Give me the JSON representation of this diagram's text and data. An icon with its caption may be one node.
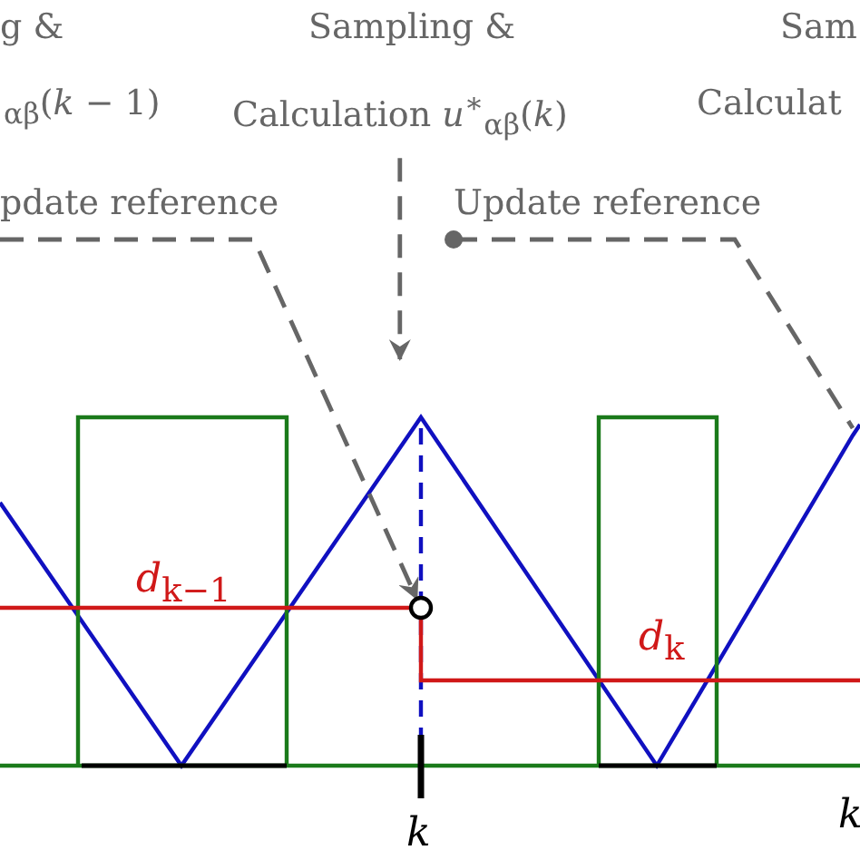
{
  "diagram": {
    "nodes": [
      {
        "text": [
          "g &",
          "$_{αβ}$(*k* − 1)"
        ]
      },
      {
        "text": [
          "Sampling &",
          "Calculation *u*$^{∗}$$_{αβ}$(*k*)"
        ]
      },
      {
        "text": [
          "Sam",
          "Calculat"
        ]
      },
      {
        "text": [
          "pdate reference"
        ]
      },
      {
        "text": [
          "Update reference"
        ]
      },
      {
        "text": [],
        "shape": "circle"
      }
    ],
    "edges": [
      {
        "from": 1,
        "to": null,
        "arrow": "to",
        "style": "dashed"
      },
      {
        "from": 3,
        "to": 5,
        "arrow": "to",
        "style": "dashed"
      },
      {
        "from": 4,
        "to": null,
        "arrow": "other",
        "style": "dashed"
      }
    ],
    "labels": [
      "*d*$_{k−1}$",
      "*d*$_{k}$",
      "k",
      "k"
    ]
  }
}
